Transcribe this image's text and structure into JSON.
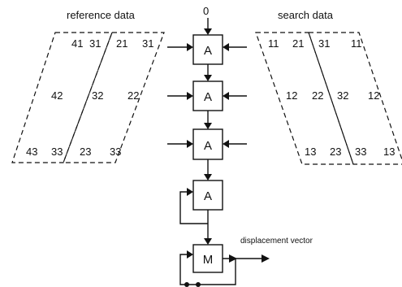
{
  "headings": {
    "reference": "reference data",
    "search": "search data",
    "input": "0",
    "output": "displacement vector"
  },
  "blocks": {
    "a1": "A",
    "a2": "A",
    "a3": "A",
    "a4": "A",
    "m": "M"
  },
  "reference_grid": {
    "row1": [
      "41",
      "31",
      "21",
      "31"
    ],
    "row2": [
      "42",
      "32",
      "22"
    ],
    "row3": [
      "43",
      "33",
      "23",
      "33"
    ]
  },
  "search_grid": {
    "row1": [
      "11",
      "21",
      "31",
      "11"
    ],
    "row2": [
      "12",
      "22",
      "32",
      "12"
    ],
    "row3": [
      "13",
      "23",
      "33",
      "13"
    ]
  }
}
